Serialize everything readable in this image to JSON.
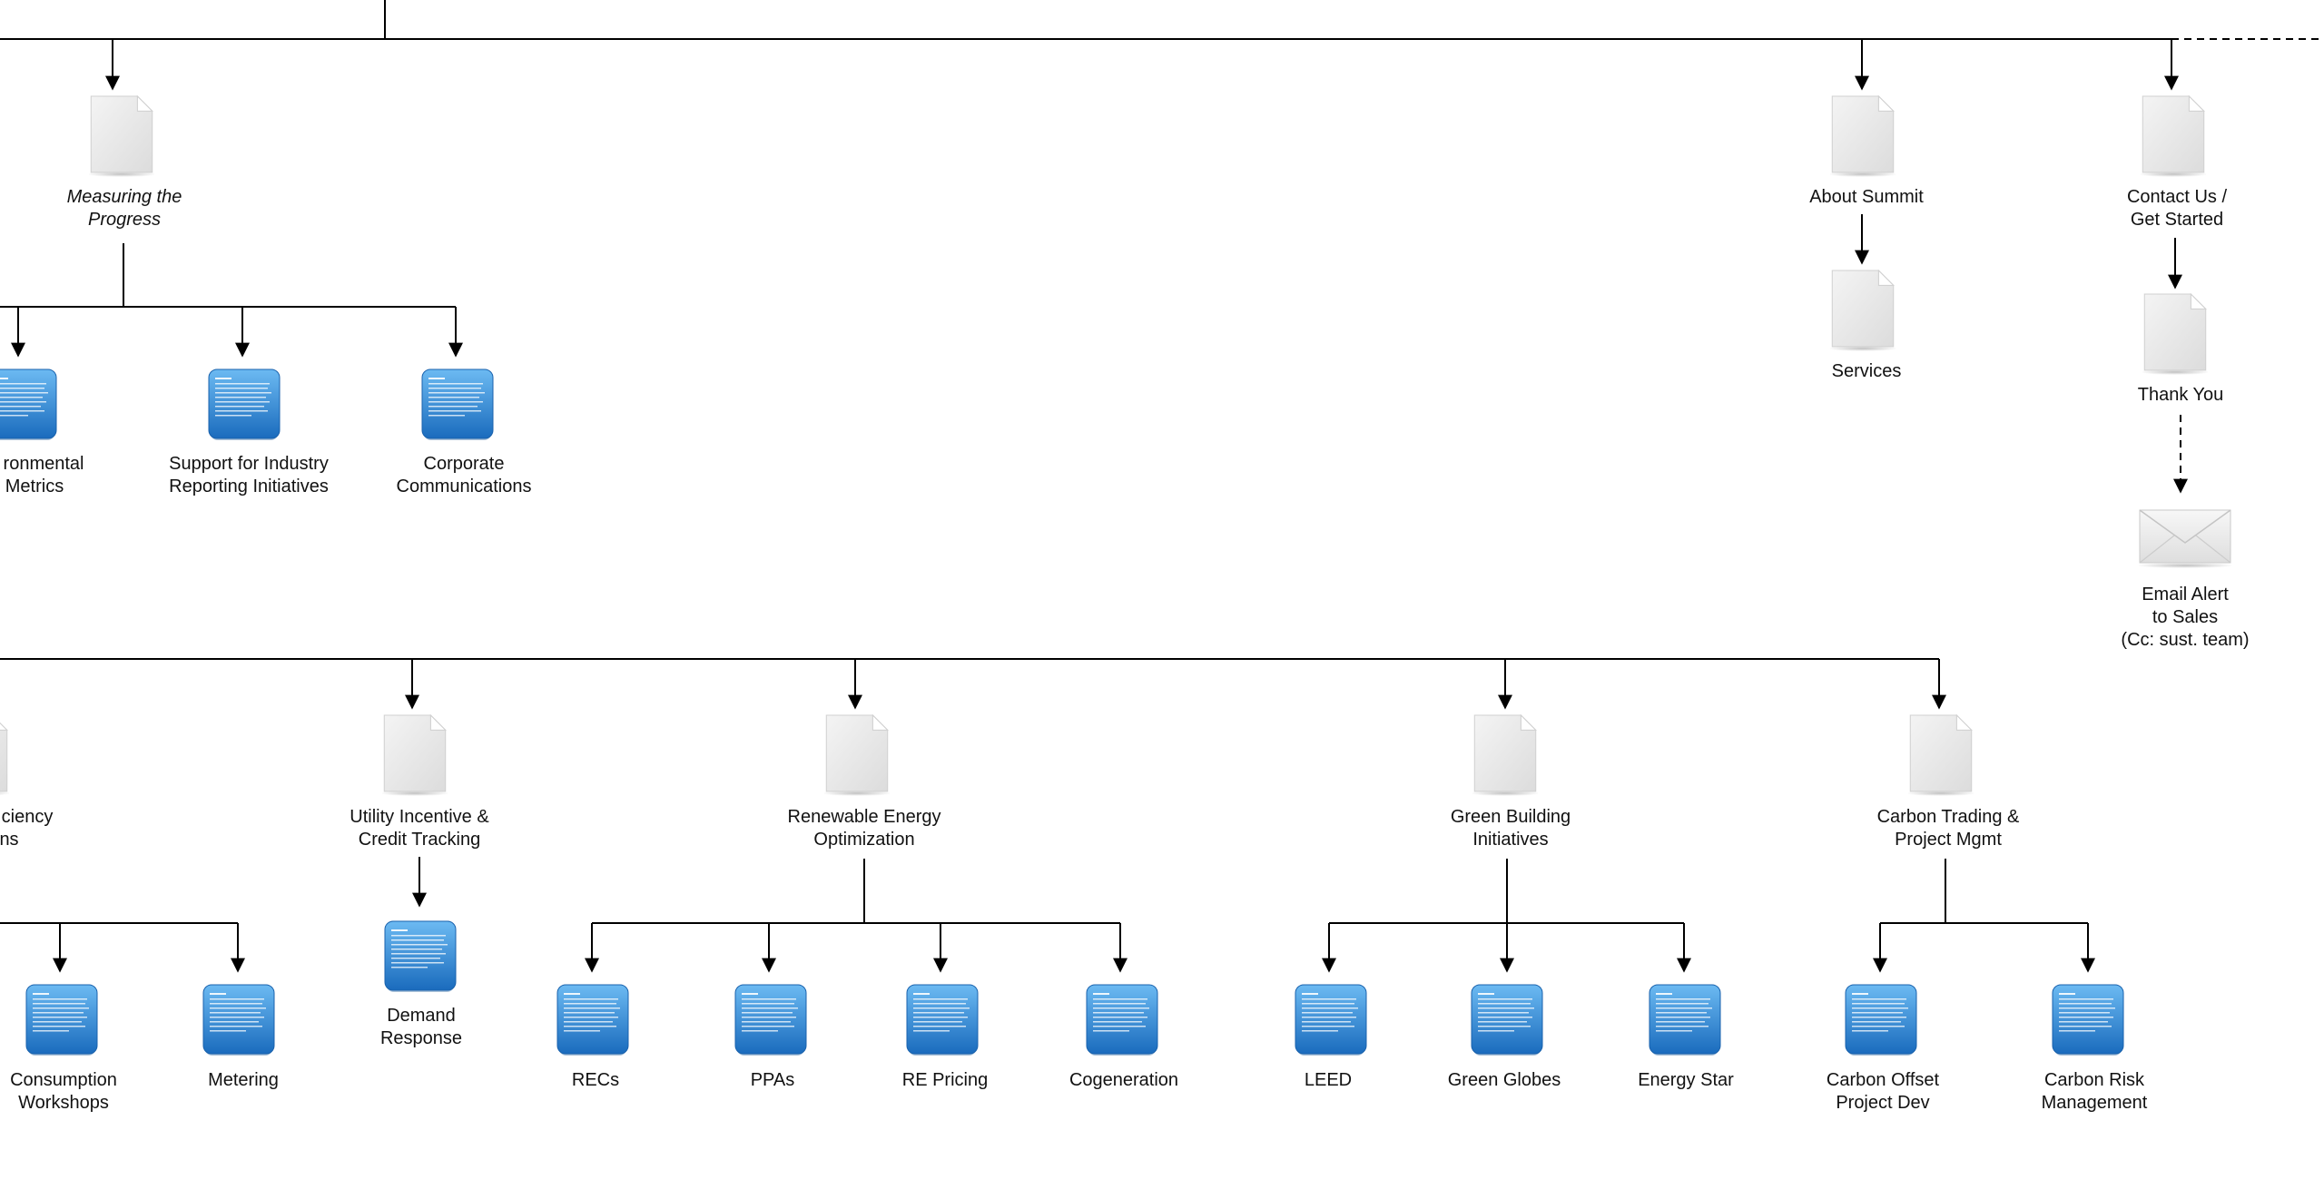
{
  "nodes": {
    "measuring": {
      "label1": "Measuring the",
      "label2": "Progress"
    },
    "env_metrics": {
      "label1": "ronmental",
      "label2": "Metrics"
    },
    "support": {
      "label1": "Support for Industry",
      "label2": "Reporting Initiatives"
    },
    "corp_comm": {
      "label1": "Corporate",
      "label2": "Communications"
    },
    "about": {
      "label1": "About Summit"
    },
    "services": {
      "label1": "Services"
    },
    "contact": {
      "label1": "Contact Us /",
      "label2": "Get Started"
    },
    "thankyou": {
      "label1": "Thank You"
    },
    "email": {
      "label1": "Email Alert",
      "label2": "to Sales",
      "label3": "(Cc: sust. team)"
    },
    "efficiency": {
      "label1": "ciency",
      "label2": "ns"
    },
    "utility": {
      "label1": "Utility Incentive &",
      "label2": "Credit Tracking"
    },
    "renewable": {
      "label1": "Renewable Energy",
      "label2": "Optimization"
    },
    "greenbuilding": {
      "label1": "Green Building",
      "label2": "Initiatives"
    },
    "carbontrading": {
      "label1": "Carbon Trading &",
      "label2": "Project Mgmt"
    },
    "consumption": {
      "label1": "Consumption",
      "label2": "Workshops"
    },
    "metering": {
      "label1": "Metering"
    },
    "demand": {
      "label1": "Demand",
      "label2": "Response"
    },
    "recs": {
      "label1": "RECs"
    },
    "ppas": {
      "label1": "PPAs"
    },
    "repricing": {
      "label1": "RE Pricing"
    },
    "cogen": {
      "label1": "Cogeneration"
    },
    "leed": {
      "label1": "LEED"
    },
    "greenglobes": {
      "label1": "Green Globes"
    },
    "energystar": {
      "label1": "Energy Star"
    },
    "carbonoffset": {
      "label1": "Carbon Offset",
      "label2": "Project Dev"
    },
    "carbonrisk": {
      "label1": "Carbon Risk",
      "label2": "Management"
    }
  },
  "colors": {
    "line": "#000000",
    "tile_top": "#5fb0ee",
    "tile_bottom": "#1b6fc2",
    "page": "#e9e9e9",
    "page_border": "#d2d2d2"
  }
}
